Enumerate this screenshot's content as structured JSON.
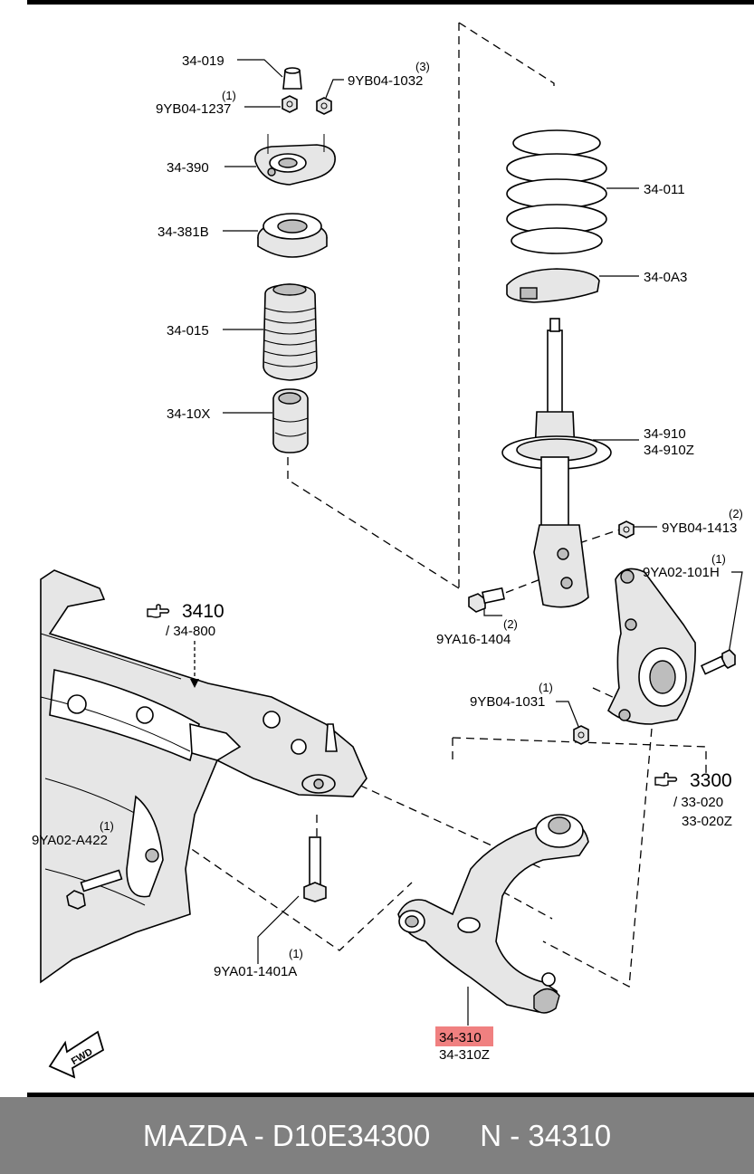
{
  "labels": {
    "p34019": "34-019",
    "p9yb04_1032": "9YB04-1032",
    "p9yb04_1032_qty": "(3)",
    "p9yb04_1237": "9YB04-1237",
    "p9yb04_1237_qty": "(1)",
    "p34390": "34-390",
    "p34381b": "34-381B",
    "p34015": "34-015",
    "p3410x": "34-10X",
    "p34011": "34-011",
    "p340a3": "34-0A3",
    "p34910": "34-910",
    "p34910z": "34-910Z",
    "p9yb04_1413": "9YB04-1413",
    "p9yb04_1413_qty": "(2)",
    "p9ya02_101h": "9YA02-101H",
    "p9ya02_101h_qty": "(1)",
    "p9ya16_1404": "9YA16-1404",
    "p9ya16_1404_qty": "(2)",
    "p9yb04_1031": "9YB04-1031",
    "p9yb04_1031_qty": "(1)",
    "p3410": "3410",
    "p34800": "/ 34-800",
    "p3300": "3300",
    "p33020": "/ 33-020",
    "p33020z": "33-020Z",
    "p9ya02_a422": "9YA02-A422",
    "p9ya02_a422_qty": "(1)",
    "p9ya01_1401a": "9YA01-1401A",
    "p9ya01_1401a_qty": "(1)",
    "p34310": "34-310",
    "p34310z": "34-310Z",
    "fwd": "FWD"
  },
  "footer": {
    "brand_part": "MAZDA - D10E34300",
    "number": "N - 34310"
  },
  "colors": {
    "highlight": "#f08080",
    "footer_bg": "#808080",
    "footer_text": "#ffffff"
  },
  "icons": [
    "hand-pointer-icon",
    "fwd-arrow-icon"
  ]
}
